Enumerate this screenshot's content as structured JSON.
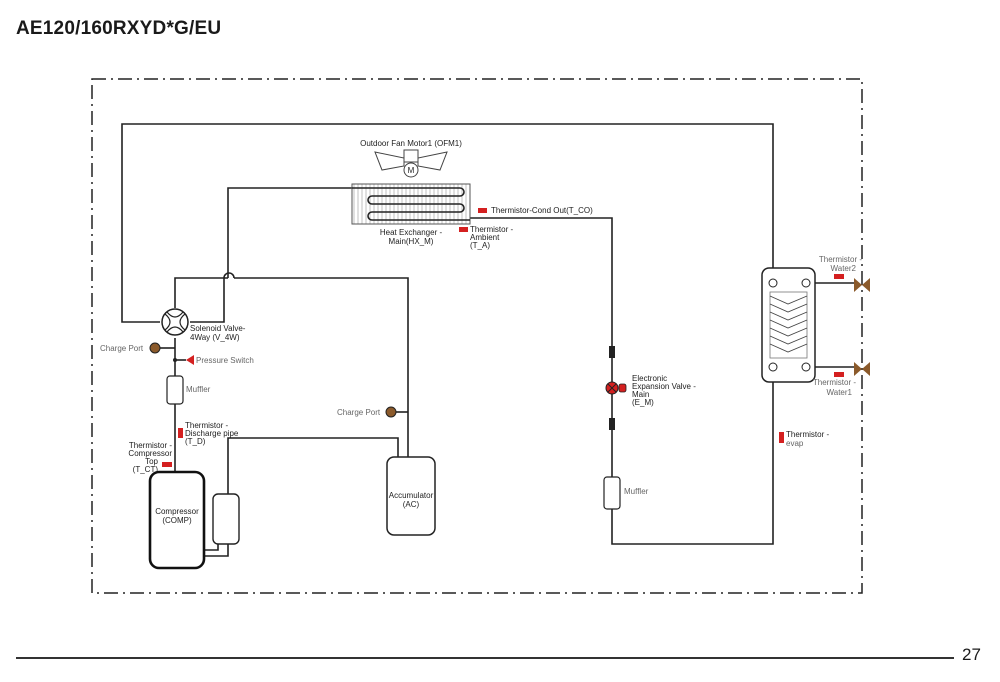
{
  "title": "AE120/160RXYD*G/EU",
  "page_number": "27",
  "labels": {
    "fan_motor": "Outdoor Fan Motor1 (OFM1)",
    "fan_motor_symbol": "M",
    "hx_main_1": "Heat Exchanger -",
    "hx_main_2": "Main(HX_M)",
    "t_co": "Thermistor-Cond Out(T_CO)",
    "t_a_1": "Thermistor -",
    "t_a_2": "Ambient",
    "t_a_3": "(T_A)",
    "v4w_1": "Solenoid Valve-",
    "v4w_2": "4Way (V_4W)",
    "charge_port_1": "Charge Port",
    "pressure_switch": "Pressure Switch",
    "muffler_1": "Muffler",
    "t_d_1": "Thermistor -",
    "t_d_2": "Discharge pipe",
    "t_d_3": "(T_D)",
    "t_ct_1": "Thermistor -",
    "t_ct_2": "Compressor",
    "t_ct_3": "Top",
    "t_ct_4": "(T_CT)",
    "comp_1": "Compressor",
    "comp_2": "(COMP)",
    "charge_port_2": "Charge Port",
    "acc_1": "Accumulator",
    "acc_2": "(AC)",
    "eev_1": "Electronic",
    "eev_2": "Expansion Valve -",
    "eev_3": "Main",
    "eev_4": "(E_M)",
    "muffler_2": "Muffler",
    "t_w2_1": "Thermistor -",
    "t_w2_2": "Water2",
    "t_w1_1": "Thermistor -",
    "t_w1_2": "Water1",
    "t_evap_1": "Thermistor -",
    "t_evap_2": "evap"
  },
  "colors": {
    "sensor": "#d42020",
    "valve_body": "#8b5a2b",
    "charge_port": "#8b5a2b",
    "pipe": "#222222",
    "boundary": "#222222"
  }
}
